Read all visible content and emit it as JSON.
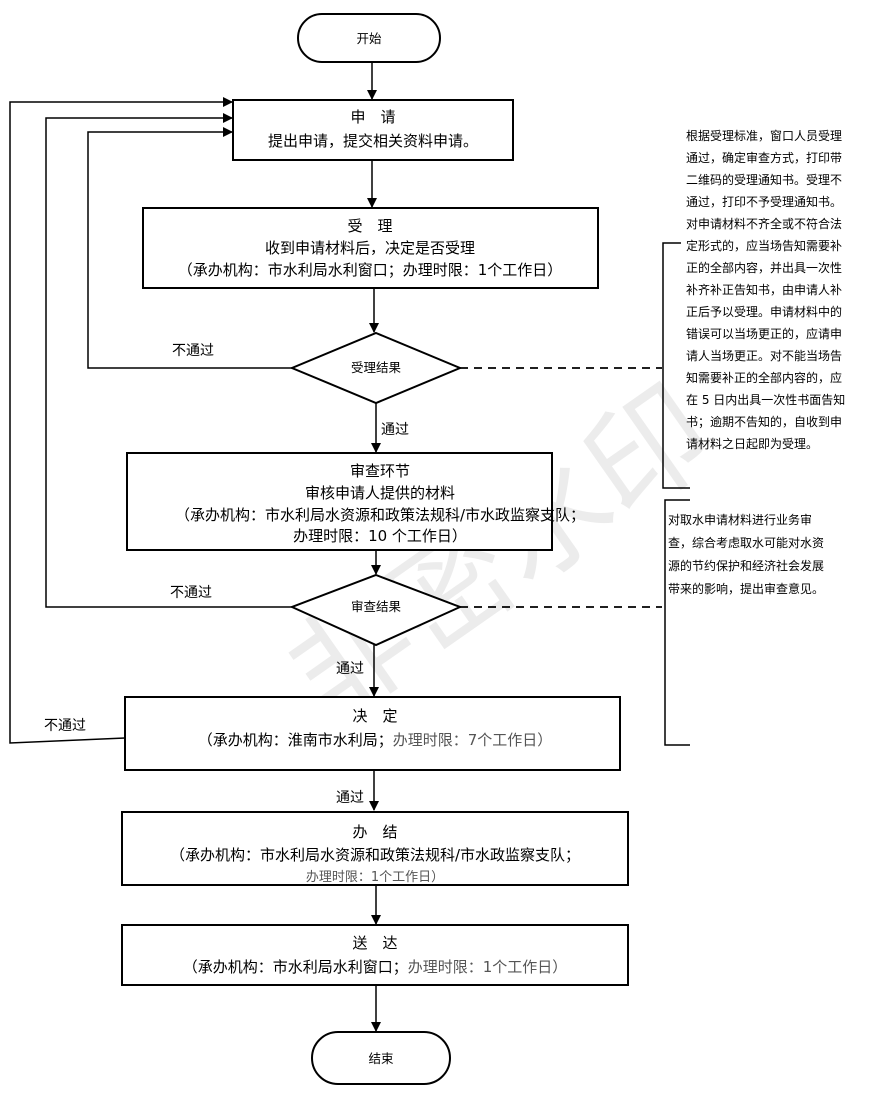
{
  "watermark": "非密水印",
  "start": {
    "label": "开始"
  },
  "end": {
    "label": "结束"
  },
  "steps": {
    "apply": {
      "title": "申　请",
      "desc": "提出申请，提交相关资料申请。"
    },
    "accept": {
      "title": "受　理",
      "desc": "收到申请材料后，决定是否受理",
      "org": "（承办机构：市水利局水利窗口；办理时限：1个工作日）"
    },
    "review": {
      "title": "审查环节",
      "desc": "审核申请人提供的材料",
      "org": "（承办机构：市水利局水资源和政策法规科/市水政监察支队；",
      "limit": "办理时限：10 个工作日）"
    },
    "decide": {
      "title": "决　定",
      "org": "（承办机构：淮南市水利局；",
      "limit": "办理时限：7个工作日）"
    },
    "finish": {
      "title": "办　结",
      "org": "（承办机构：市水利局水资源和政策法规科/市水政监察支队；",
      "limit": "办理时限：1个工作日）"
    },
    "deliver": {
      "title": "送　达",
      "org": "（承办机构：市水利局水利窗口；",
      "limit": "办理时限：1个工作日）"
    }
  },
  "decisions": {
    "accept_result": "受理结果",
    "review_result": "审查结果"
  },
  "edge_labels": {
    "fail1": "不通过",
    "pass1": "通过",
    "fail2": "不通过",
    "pass2": "通过",
    "fail3": "不通过",
    "pass3": "通过"
  },
  "notes": {
    "accept_note": [
      "根据受理标准，窗口人员受理",
      "通过，确定审查方式，打印带",
      "二维码的受理通知书。受理不",
      "通过，打印不予受理通知书。",
      "对申请材料不齐全或不符合法",
      "定形式的，应当场告知需要补",
      "正的全部内容，并出具一次性",
      "补齐补正告知书，由申请人补",
      "正后予以受理。申请材料中的",
      "错误可以当场更正的，应请申",
      "请人当场更正。对不能当场告",
      "知需要补正的全部内容的，应",
      "在 5 日内出具一次性书面告知",
      "书；逾期不告知的，自收到申",
      "请材料之日起即为受理。"
    ],
    "review_note": [
      "对取水申请材料进行业务审",
      "查，综合考虑取水可能对水资",
      "源的节约保护和经济社会发展",
      "带来的影响，提出审查意见。"
    ]
  }
}
